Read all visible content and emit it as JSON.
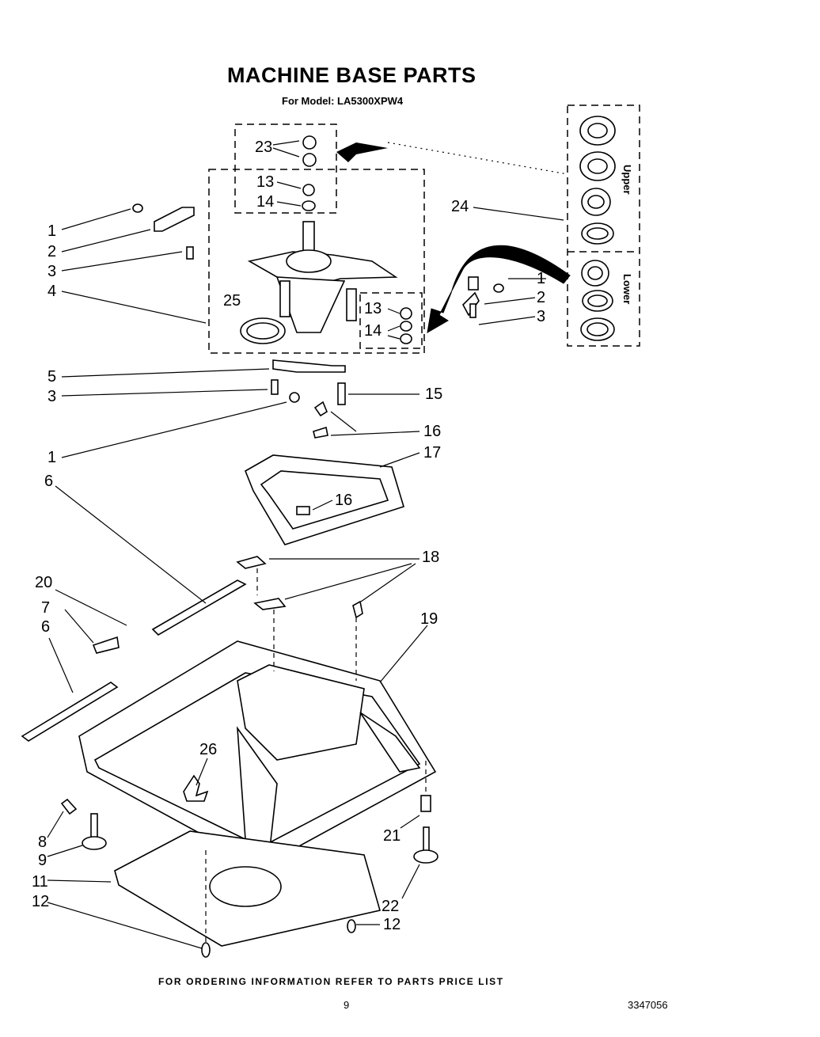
{
  "page": {
    "title": "MACHINE BASE PARTS",
    "model": "For Model: LA5300XPW4",
    "footer": "FOR ORDERING INFORMATION REFER TO PARTS PRICE LIST",
    "page_number": "9",
    "doc_number": "3347056"
  },
  "bearing_kit": {
    "upper_label": "Upper",
    "lower_label": "Lower"
  },
  "callouts": {
    "c23": "23",
    "c13a": "13",
    "c14a": "14",
    "c24": "24",
    "c1a": "1",
    "c2a": "2",
    "c3a": "3",
    "c4": "4",
    "c25": "25",
    "c1b": "1",
    "c2b": "2",
    "c3b": "3",
    "c13b": "13",
    "c14b": "14",
    "c5": "5",
    "c3c": "3",
    "c15": "15",
    "c16a": "16",
    "c1c": "1",
    "c17": "17",
    "c6a": "6",
    "c16b": "16",
    "c18": "18",
    "c20": "20",
    "c7": "7",
    "c19": "19",
    "c6b": "6",
    "c26": "26",
    "c8": "8",
    "c21": "21",
    "c9": "9",
    "c11": "11",
    "c12a": "12",
    "c22": "22",
    "c12b": "12"
  },
  "colors": {
    "ink": "#000000",
    "paper": "#ffffff"
  }
}
